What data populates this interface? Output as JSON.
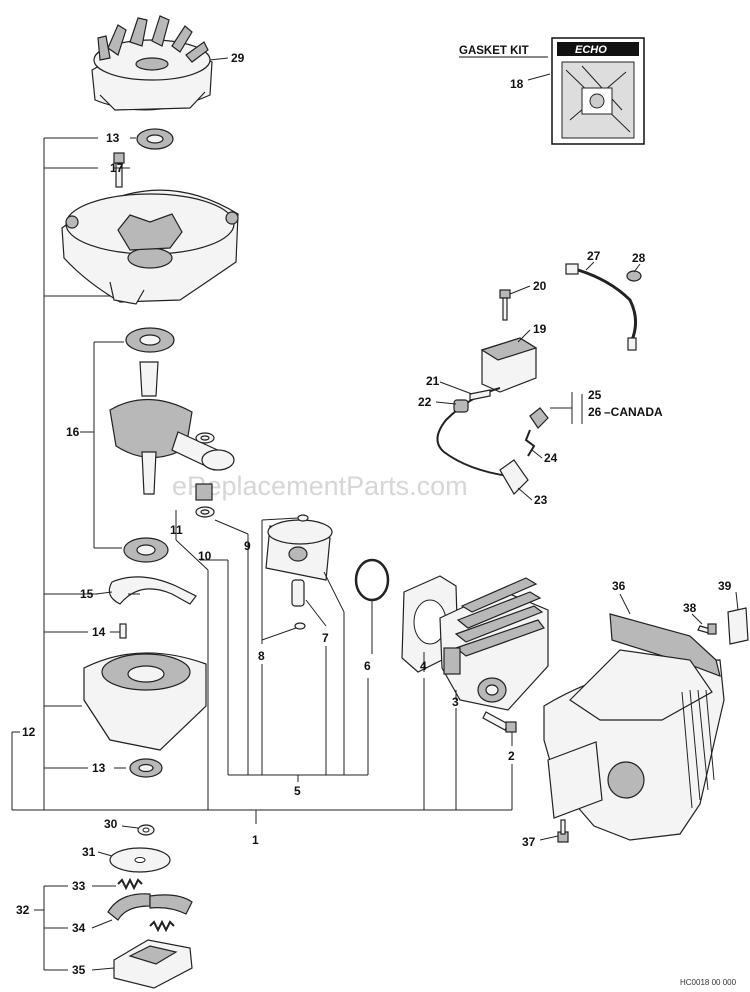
{
  "gasket_kit": {
    "label": "GASKET KIT",
    "brand": "ECHO"
  },
  "watermark": "eReplacementParts.com",
  "diagram_code": "HC0018 00 000",
  "canada_suffix": "–CANADA",
  "callouts": {
    "c29": "29",
    "c18": "18",
    "c13a": "13",
    "c17": "17",
    "c27": "27",
    "c28": "28",
    "c20": "20",
    "c19": "19",
    "c21": "21",
    "c22": "22",
    "c25": "25",
    "c26": "26",
    "c16": "16",
    "c24": "24",
    "c23": "23",
    "c11": "11",
    "c9": "9",
    "c10": "10",
    "c36": "36",
    "c39": "39",
    "c15": "15",
    "c38": "38",
    "c14": "14",
    "c8": "8",
    "c7": "7",
    "c6": "6",
    "c4": "4",
    "c3": "3",
    "c12": "12",
    "c2": "2",
    "c13b": "13",
    "c5": "5",
    "c30": "30",
    "c1": "1",
    "c37": "37",
    "c31": "31",
    "c33": "33",
    "c32": "32",
    "c34": "34",
    "c35": "35"
  }
}
